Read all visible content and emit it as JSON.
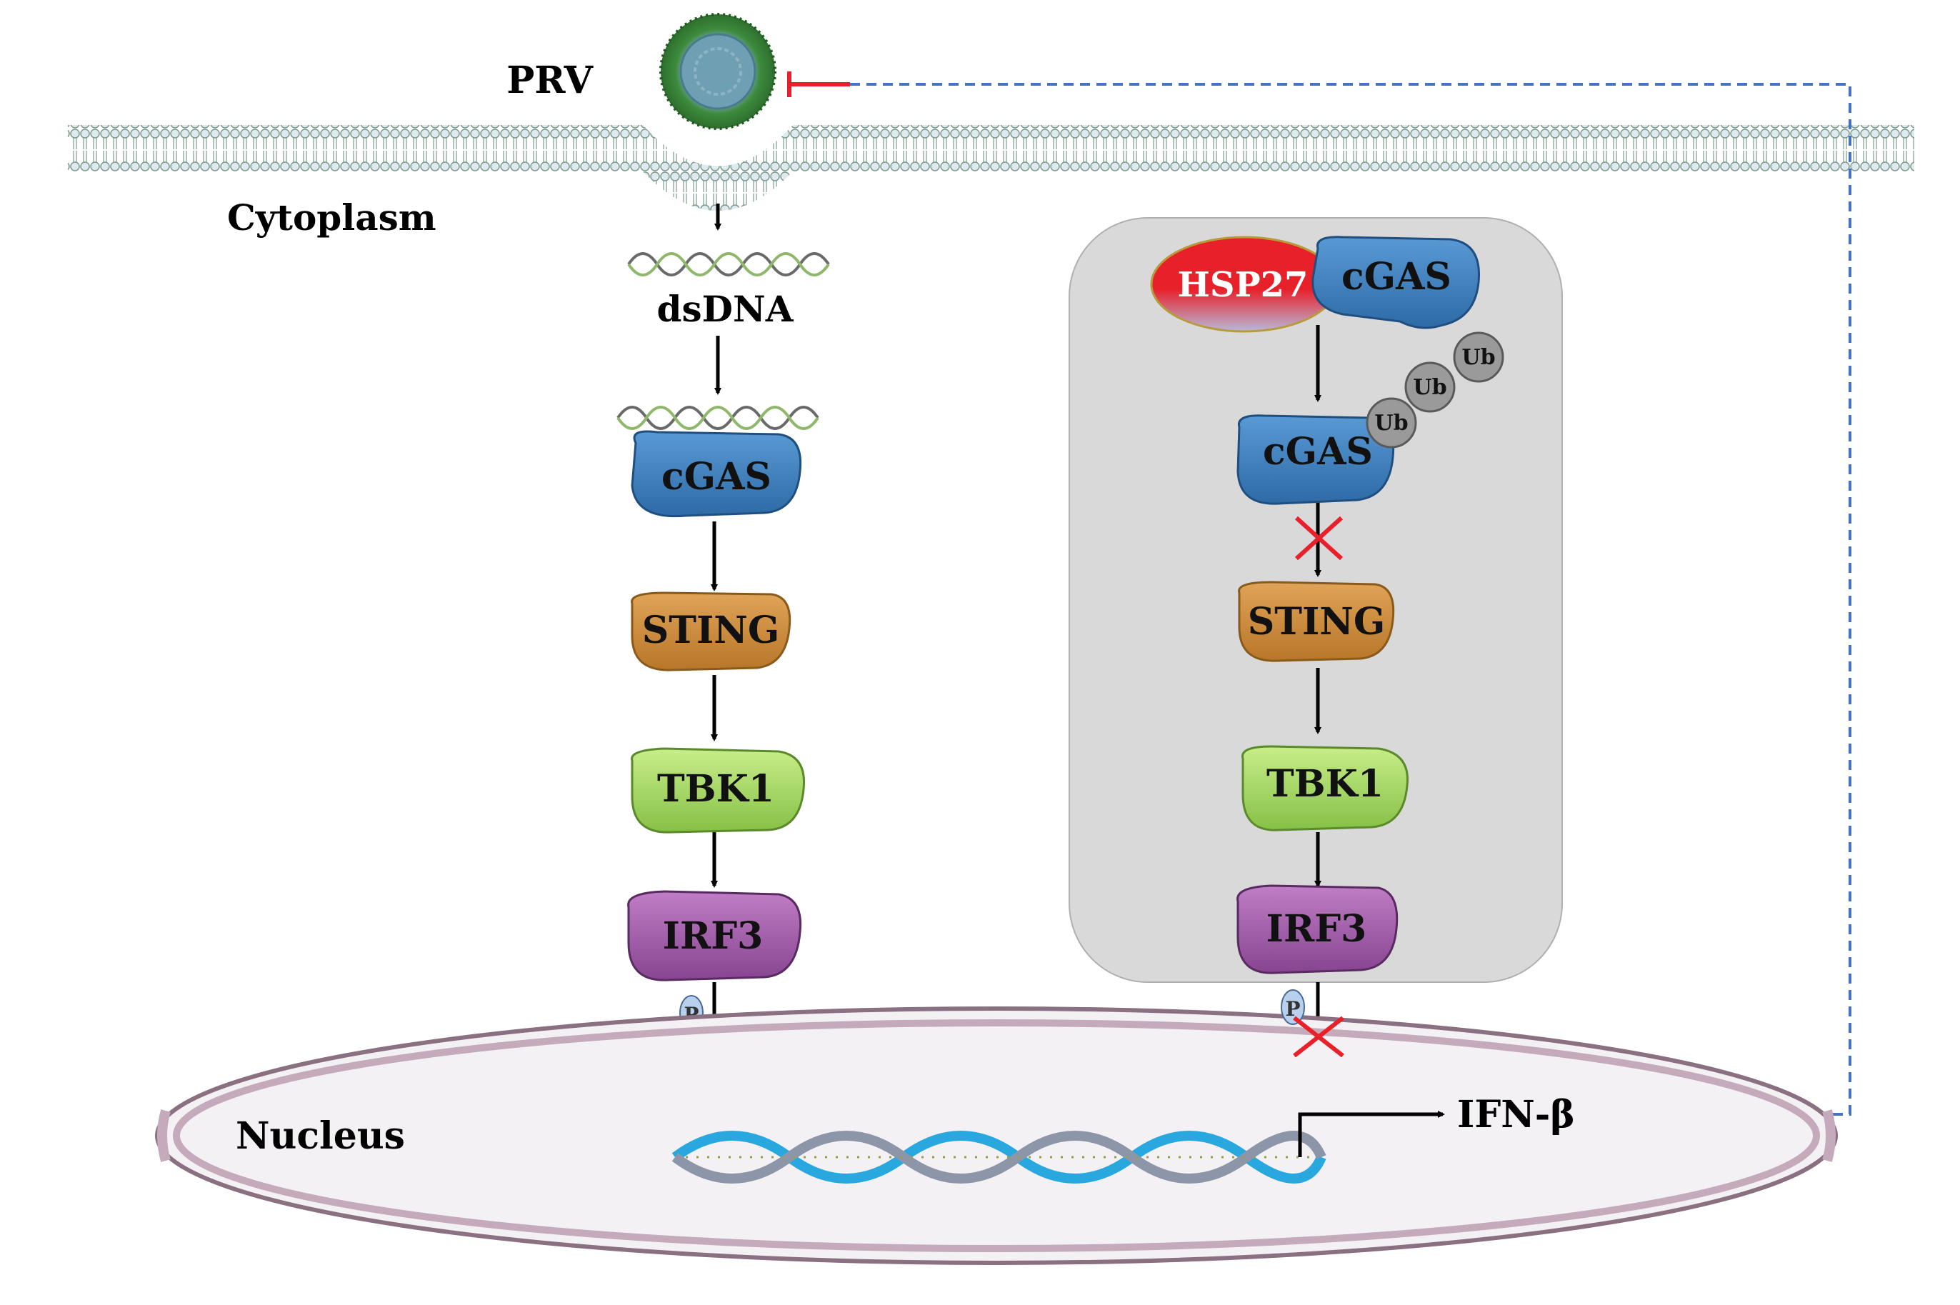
{
  "labels": {
    "virus": "PRV",
    "cytoplasm": "Cytoplasm",
    "nucleus": "Nucleus",
    "dsdna": "dsDNA",
    "product": "IFN-β",
    "phospho": "P",
    "ubiquitin": "Ub"
  },
  "left_pathway": {
    "cgas": "cGAS",
    "sting": "STING",
    "tbk1": "TBK1",
    "irf3": "IRF3"
  },
  "right_pathway": {
    "hsp27": "HSP27",
    "cgas_bound": "cGAS",
    "cgas_ub": "cGAS",
    "sting": "STING",
    "tbk1": "TBK1",
    "irf3": "IRF3"
  },
  "colors": {
    "cgas": "#3b7fbd",
    "sting": "#c98a3a",
    "tbk1": "#a8d86a",
    "irf3": "#a05aa8",
    "hsp27": "#e8202a",
    "ubiquitin": "#9a9a9a",
    "inhibit_line": "#e8202a",
    "feedback_line": "#4472c4",
    "box_fill": "#d9d9d9",
    "nucleus_fill": "#f3f1f4"
  }
}
